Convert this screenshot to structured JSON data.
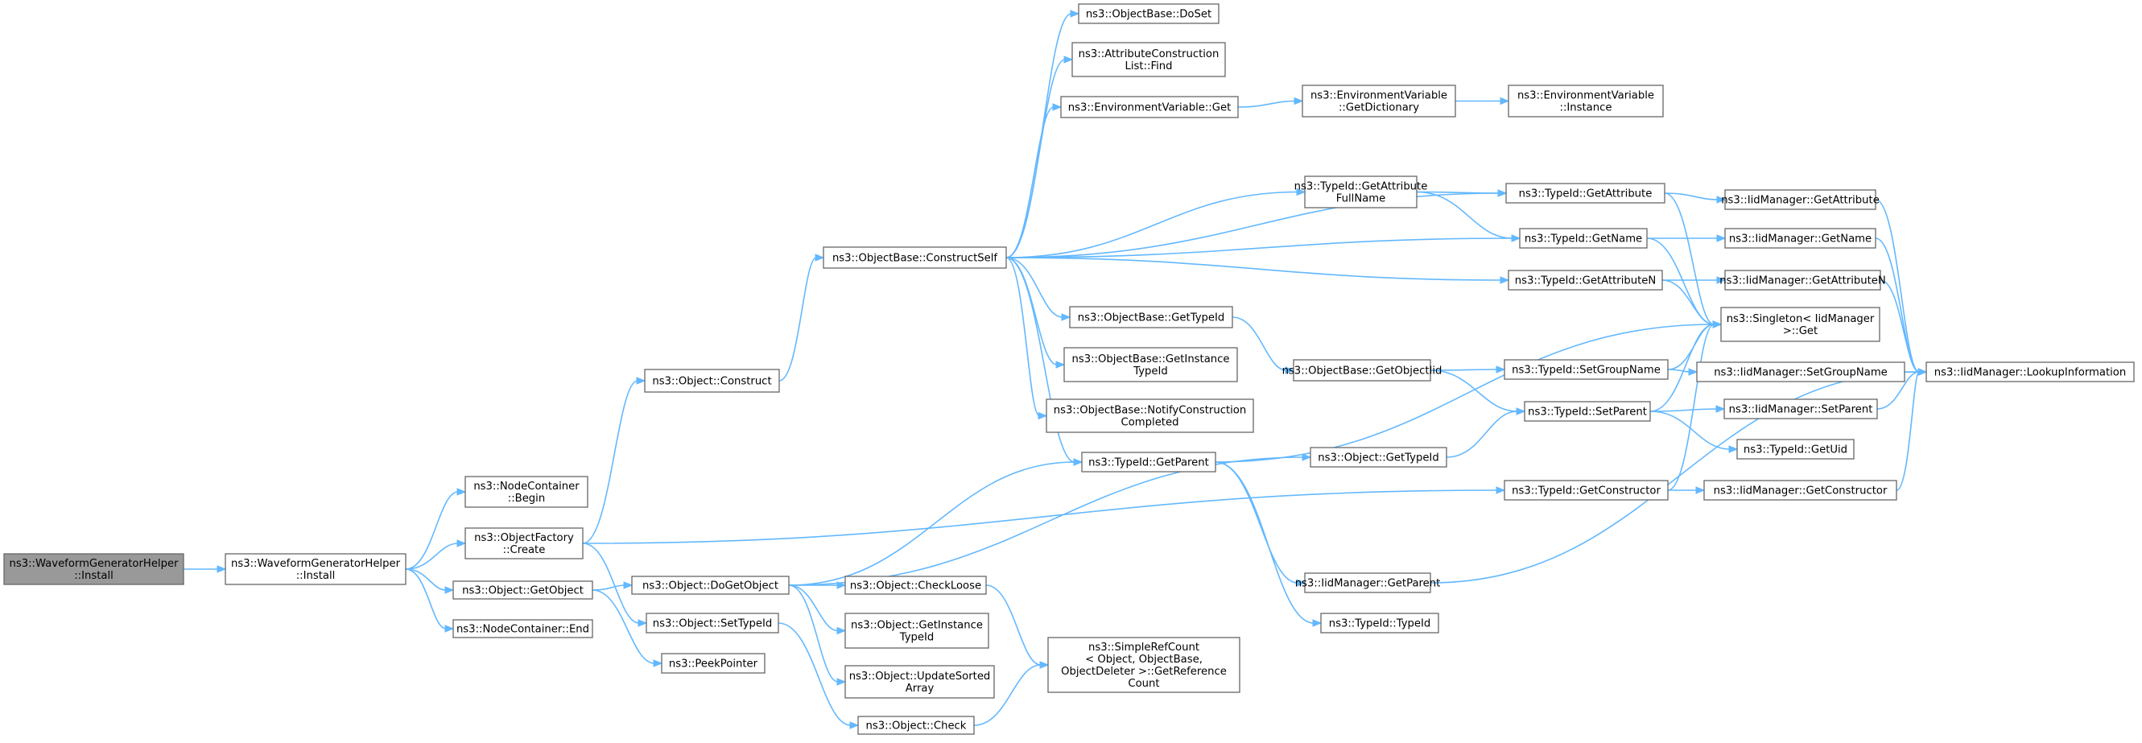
{
  "graph": {
    "edge_color": "#63b8ff",
    "node_border_color": "#666666",
    "root_fill_color": "#999999",
    "nodes": [
      {
        "id": "n0",
        "lines": [
          "ns3::WaveformGeneratorHelper",
          "::Install"
        ],
        "root": true
      },
      {
        "id": "n1",
        "lines": [
          "ns3::WaveformGeneratorHelper",
          "::Install"
        ]
      },
      {
        "id": "n2",
        "lines": [
          "ns3::NodeContainer",
          "::Begin"
        ]
      },
      {
        "id": "n3",
        "lines": [
          "ns3::ObjectFactory",
          "::Create"
        ]
      },
      {
        "id": "n4",
        "lines": [
          "ns3::Object::GetObject"
        ]
      },
      {
        "id": "n5",
        "lines": [
          "ns3::NodeContainer::End"
        ]
      },
      {
        "id": "n6",
        "lines": [
          "ns3::Object::Construct"
        ]
      },
      {
        "id": "n7",
        "lines": [
          "ns3::Object::SetTypeId"
        ]
      },
      {
        "id": "n8",
        "lines": [
          "ns3::PeekPointer"
        ]
      },
      {
        "id": "n9",
        "lines": [
          "ns3::Object::DoGetObject"
        ]
      },
      {
        "id": "n10",
        "lines": [
          "ns3::ObjectBase::ConstructSelf"
        ]
      },
      {
        "id": "n11",
        "lines": [
          "ns3::Object::CheckLoose"
        ]
      },
      {
        "id": "n12",
        "lines": [
          "ns3::Object::GetInstance",
          "TypeId"
        ]
      },
      {
        "id": "n13",
        "lines": [
          "ns3::Object::UpdateSorted",
          "Array"
        ]
      },
      {
        "id": "n14",
        "lines": [
          "ns3::Object::Check"
        ]
      },
      {
        "id": "n15",
        "lines": [
          "ns3::ObjectBase::DoSet"
        ]
      },
      {
        "id": "n16",
        "lines": [
          "ns3::AttributeConstruction",
          "List::Find"
        ]
      },
      {
        "id": "n17",
        "lines": [
          "ns3::EnvironmentVariable::Get"
        ]
      },
      {
        "id": "n18",
        "lines": [
          "ns3::ObjectBase::GetTypeId"
        ]
      },
      {
        "id": "n19",
        "lines": [
          "ns3::ObjectBase::GetInstance",
          "TypeId"
        ]
      },
      {
        "id": "n20",
        "lines": [
          "ns3::ObjectBase::NotifyConstruction",
          "Completed"
        ]
      },
      {
        "id": "n21",
        "lines": [
          "ns3::TypeId::GetParent"
        ]
      },
      {
        "id": "n22",
        "lines": [
          "ns3::SimpleRefCount",
          "< Object, ObjectBase,",
          "ObjectDeleter >::GetReference",
          "Count"
        ]
      },
      {
        "id": "n23",
        "lines": [
          "ns3::EnvironmentVariable",
          "::GetDictionary"
        ]
      },
      {
        "id": "n24",
        "lines": [
          "ns3::TypeId::GetAttribute",
          "FullName"
        ]
      },
      {
        "id": "n25",
        "lines": [
          "ns3::ObjectBase::GetObjectIid"
        ]
      },
      {
        "id": "n26",
        "lines": [
          "ns3::Object::GetTypeId"
        ]
      },
      {
        "id": "n27",
        "lines": [
          "ns3::IidManager::GetParent"
        ]
      },
      {
        "id": "n28",
        "lines": [
          "ns3::TypeId::TypeId"
        ]
      },
      {
        "id": "n29",
        "lines": [
          "ns3::EnvironmentVariable",
          "::Instance"
        ]
      },
      {
        "id": "n30",
        "lines": [
          "ns3::TypeId::GetAttribute"
        ]
      },
      {
        "id": "n31",
        "lines": [
          "ns3::TypeId::GetName"
        ]
      },
      {
        "id": "n32",
        "lines": [
          "ns3::TypeId::GetAttributeN"
        ]
      },
      {
        "id": "n33",
        "lines": [
          "ns3::Singleton< IidManager",
          " >::Get"
        ]
      },
      {
        "id": "n34",
        "lines": [
          "ns3::TypeId::SetGroupName"
        ]
      },
      {
        "id": "n35",
        "lines": [
          "ns3::TypeId::SetParent"
        ]
      },
      {
        "id": "n36",
        "lines": [
          "ns3::TypeId::GetConstructor"
        ]
      },
      {
        "id": "n37",
        "lines": [
          "ns3::IidManager::GetAttribute"
        ]
      },
      {
        "id": "n38",
        "lines": [
          "ns3::IidManager::GetName"
        ]
      },
      {
        "id": "n39",
        "lines": [
          "ns3::IidManager::GetAttributeN"
        ]
      },
      {
        "id": "n40",
        "lines": [
          "ns3::IidManager::SetGroupName"
        ]
      },
      {
        "id": "n41",
        "lines": [
          "ns3::IidManager::SetParent"
        ]
      },
      {
        "id": "n42",
        "lines": [
          "ns3::TypeId::GetUid"
        ]
      },
      {
        "id": "n43",
        "lines": [
          "ns3::IidManager::GetConstructor"
        ]
      },
      {
        "id": "n44",
        "lines": [
          "ns3::IidManager::LookupInformation"
        ]
      }
    ],
    "edges": [
      [
        "n0",
        "n1"
      ],
      [
        "n1",
        "n2"
      ],
      [
        "n1",
        "n3"
      ],
      [
        "n1",
        "n4"
      ],
      [
        "n1",
        "n5"
      ],
      [
        "n3",
        "n6"
      ],
      [
        "n3",
        "n7"
      ],
      [
        "n3",
        "n36"
      ],
      [
        "n4",
        "n8"
      ],
      [
        "n4",
        "n9"
      ],
      [
        "n6",
        "n10"
      ],
      [
        "n7",
        "n14"
      ],
      [
        "n9",
        "n11"
      ],
      [
        "n9",
        "n12"
      ],
      [
        "n9",
        "n13"
      ],
      [
        "n9",
        "n21"
      ],
      [
        "n9",
        "n26"
      ],
      [
        "n10",
        "n15"
      ],
      [
        "n10",
        "n16"
      ],
      [
        "n10",
        "n17"
      ],
      [
        "n10",
        "n18"
      ],
      [
        "n10",
        "n19"
      ],
      [
        "n10",
        "n20"
      ],
      [
        "n10",
        "n21"
      ],
      [
        "n10",
        "n24"
      ],
      [
        "n10",
        "n30"
      ],
      [
        "n10",
        "n31"
      ],
      [
        "n10",
        "n32"
      ],
      [
        "n11",
        "n22"
      ],
      [
        "n14",
        "n22"
      ],
      [
        "n17",
        "n23"
      ],
      [
        "n23",
        "n29"
      ],
      [
        "n18",
        "n25"
      ],
      [
        "n21",
        "n33"
      ],
      [
        "n21",
        "n27"
      ],
      [
        "n21",
        "n28"
      ],
      [
        "n24",
        "n30"
      ],
      [
        "n24",
        "n31"
      ],
      [
        "n25",
        "n34"
      ],
      [
        "n25",
        "n35"
      ],
      [
        "n26",
        "n35"
      ],
      [
        "n30",
        "n37"
      ],
      [
        "n30",
        "n33"
      ],
      [
        "n31",
        "n38"
      ],
      [
        "n31",
        "n33"
      ],
      [
        "n32",
        "n39"
      ],
      [
        "n32",
        "n33"
      ],
      [
        "n34",
        "n40"
      ],
      [
        "n34",
        "n33"
      ],
      [
        "n35",
        "n41"
      ],
      [
        "n35",
        "n42"
      ],
      [
        "n35",
        "n33"
      ],
      [
        "n36",
        "n43"
      ],
      [
        "n36",
        "n33"
      ],
      [
        "n27",
        "n44"
      ],
      [
        "n37",
        "n44"
      ],
      [
        "n38",
        "n44"
      ],
      [
        "n39",
        "n44"
      ],
      [
        "n40",
        "n44"
      ],
      [
        "n41",
        "n44"
      ],
      [
        "n43",
        "n44"
      ]
    ]
  }
}
